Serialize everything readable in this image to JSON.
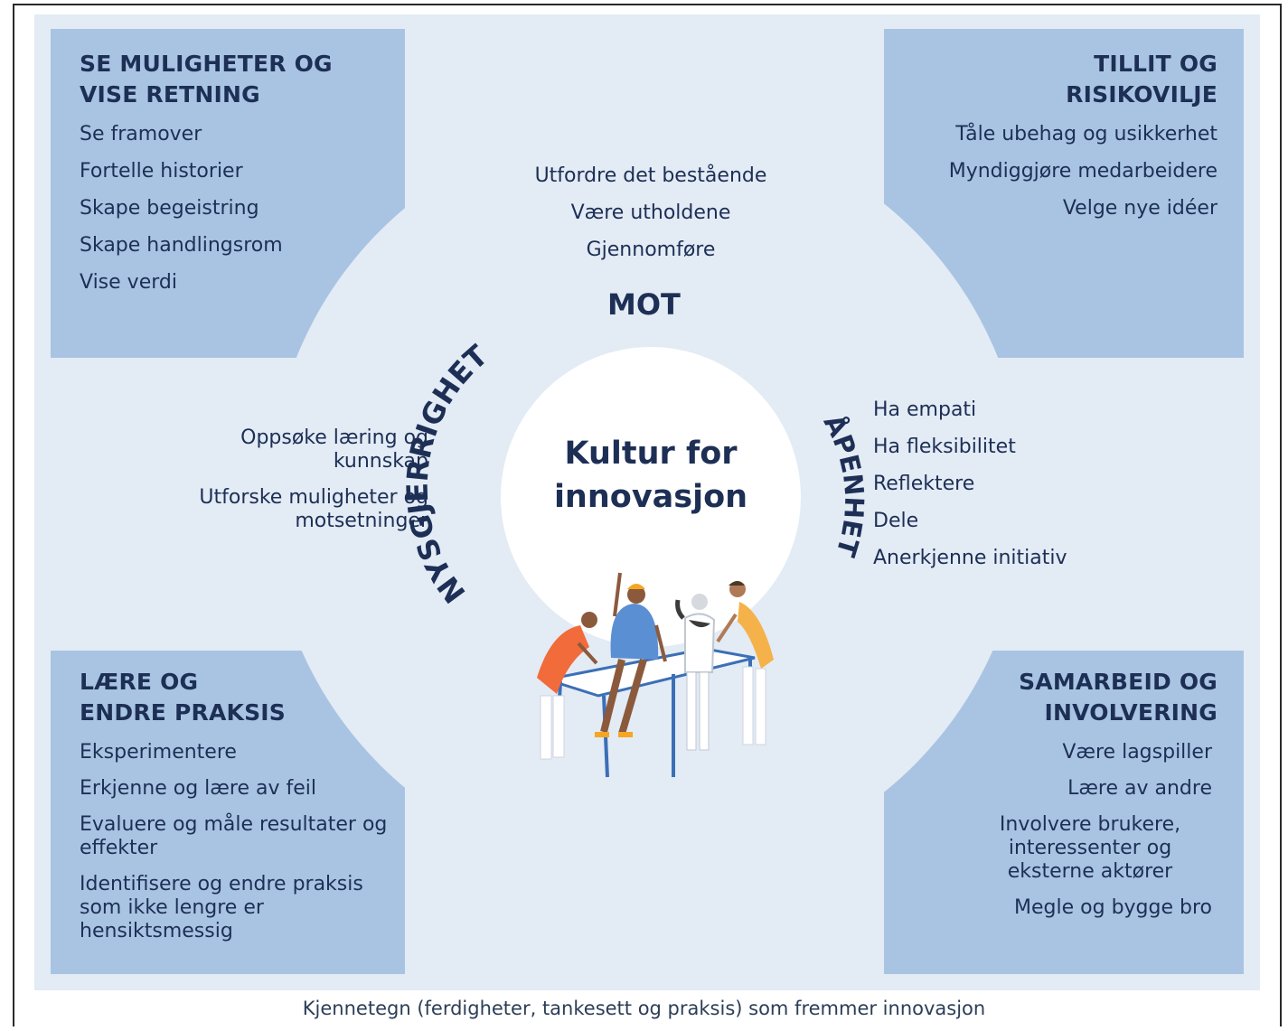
{
  "center": {
    "title_line1": "Kultur for",
    "title_line2": "innovasjon"
  },
  "corners": {
    "top_left": {
      "heading": [
        "SE MULIGHETER OG",
        "VISE RETNING"
      ],
      "items": [
        "Se framover",
        "Fortelle historier",
        "Skape begeistring",
        "Skape handlingsrom",
        "Vise verdi"
      ]
    },
    "top_right": {
      "heading": [
        "TILLIT OG",
        "RISIKOVILJE"
      ],
      "items": [
        "Tåle ubehag og usikkerhet",
        "Myndiggjøre medarbeidere",
        "Velge nye idéer"
      ]
    },
    "bottom_left": {
      "heading": [
        "LÆRE OG",
        "ENDRE PRAKSIS"
      ],
      "items": [
        "Eksperimentere",
        "Erkjenne og lære av feil",
        "Evaluere og måle resultater og effekter",
        "Identifisere og endre praksis som ikke lengre er hensiktsmessig"
      ]
    },
    "bottom_right": {
      "heading": [
        "SAMARBEID OG",
        "INVOLVERING"
      ],
      "items": [
        "Være lagspiller",
        "Lære av andre",
        "Involvere brukere, interessenter og eksterne aktører",
        "Megle og bygge bro"
      ]
    }
  },
  "attributes": {
    "mot": {
      "label": "MOT",
      "items": [
        "Utfordre det bestående",
        "Være utholdene",
        "Gjennomføre"
      ]
    },
    "apenhet": {
      "label": "ÅPENHET",
      "items": [
        "Ha empati",
        "Ha fleksibilitet",
        "Reflektere",
        "Dele",
        "Anerkjenne initiativ"
      ]
    },
    "nysgjerrighet": {
      "label": "NYSGJERRIGHET",
      "items": [
        "Oppsøke læring og kunnskap",
        "Utforske muligheter og motsetninger"
      ]
    }
  },
  "colors": {
    "panel": "#e3ebf5",
    "corner": "#a9c4e3",
    "text": "#1d2f55"
  },
  "caption": "Kjennetegn (ferdigheter, tankesett og praksis) som fremmer innovasjon"
}
